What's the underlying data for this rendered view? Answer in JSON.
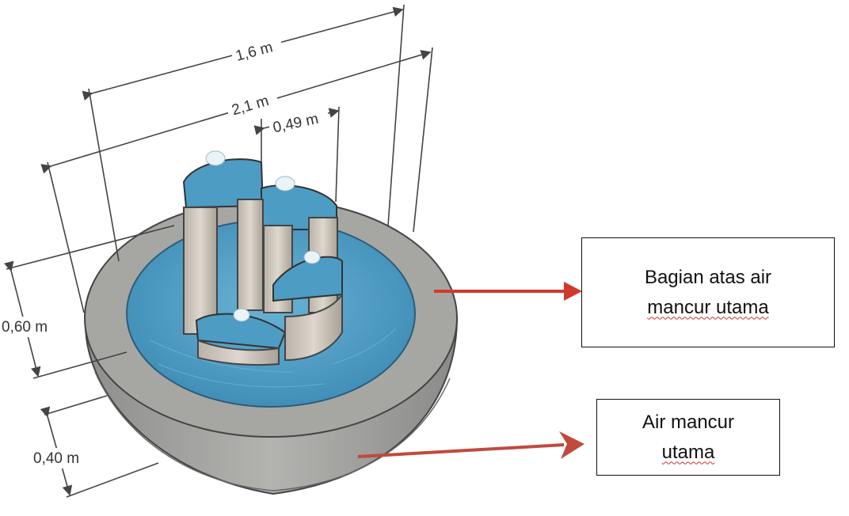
{
  "dimensions": {
    "width_1": "1,6 m",
    "width_2": "2,1 m",
    "width_3": "0,49 m",
    "height_1": "0,60 m",
    "height_2": "0,40 m"
  },
  "callouts": {
    "upper": {
      "line1": "Bagian atas air",
      "line2": "mancur utama"
    },
    "main": {
      "line1": "Air mancur",
      "line2": "utama"
    }
  },
  "colors": {
    "water": "#4d9cc3",
    "concrete": "#9a9a98",
    "arrow": "#d13a2a",
    "dimension_line": "#444444"
  }
}
